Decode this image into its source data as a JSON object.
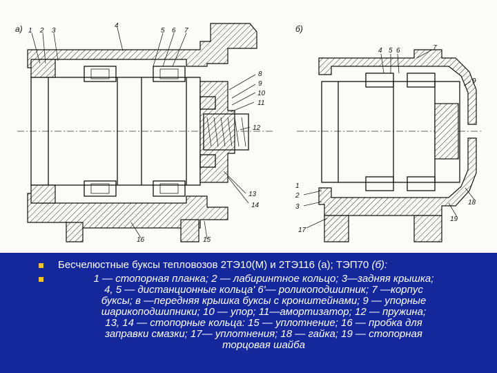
{
  "drawing": {
    "view_a_label": "а)",
    "view_b_label": "б)",
    "callouts_a": [
      "1",
      "2",
      "3",
      "4",
      "5",
      "6",
      "7",
      "8",
      "9",
      "10",
      "11",
      "12",
      "13",
      "14",
      "15",
      "16"
    ],
    "callouts_b": [
      "1",
      "2",
      "3",
      "4",
      "5",
      "6",
      "7",
      "9",
      "17",
      "18",
      "19"
    ],
    "line_color": "#111111",
    "paper_color": "#fbfbf9"
  },
  "caption": {
    "background": "#14289b",
    "bullet_color": "#f2c12e",
    "title": "Бесчелюстные буксы тепловозов 2ТЭ10(М) и 2ТЭ116 (а); ТЭП70",
    "title_suffix": "(б):",
    "legend_lines": [
      {
        "pre": "1 — стопорная планка;  2 — лабиринтное  кольцо;  3—задняя  крышка;",
        "italic": false
      },
      {
        "pre": "4, 5 — дистанционные кольца' 6'— роликоподшипник;  7 —корпус",
        "italic": false
      },
      {
        "pre": "буксы;  в —передняя   крышка  буксы  с  кронштейнами;  9 — упорные",
        "italic": false
      },
      {
        "pre": "шарикоподшипники;  10 — упор;  11—амортизатор;  12 — пружина;",
        "italic": false
      },
      {
        "pre": "13,   14 — стопорные  кольца: 15 — уплотнение;   16 — пробка  для",
        "italic": false
      },
      {
        "pre": "заправки    смазки;    17— уплотнения;   18 — гайка;     19 — стопорная",
        "italic": false
      },
      {
        "pre": "торцовая шайба",
        "italic": false
      }
    ]
  }
}
